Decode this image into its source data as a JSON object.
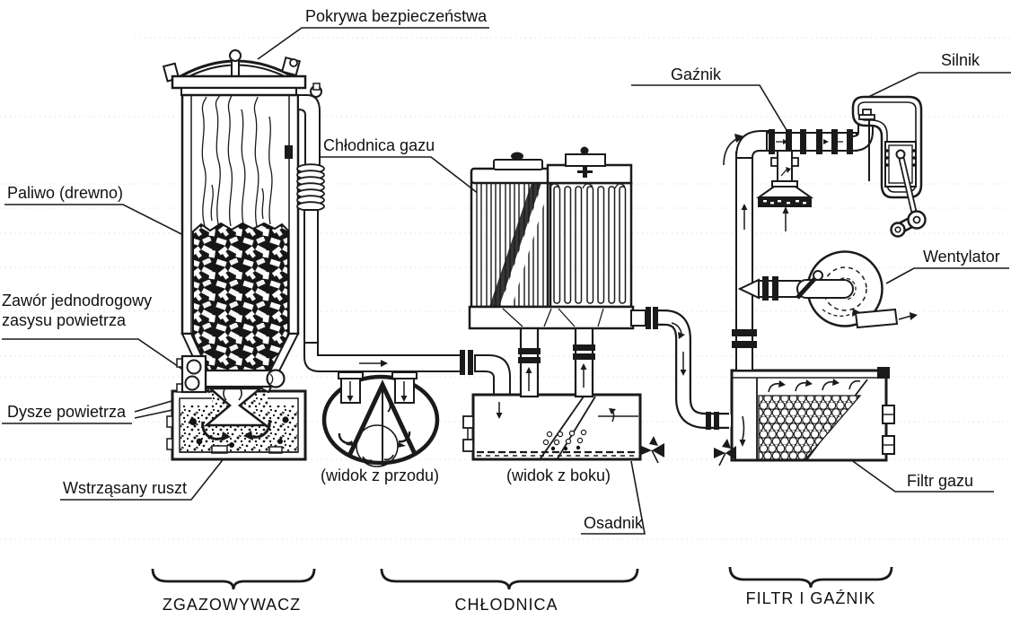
{
  "diagram": {
    "labels": {
      "safety_cover": "Pokrywa bezpieczeństwa",
      "gas_cooler": "Chłodnica gazu",
      "fuel": "Paliwo (drewno)",
      "air_valve_line1": "Zawór jednodrogowy",
      "air_valve_line2": "zasysu powietrza",
      "air_nozzles": "Dysze powietrza",
      "shaken_grate": "Wstrząsany ruszt",
      "front_view": "(widok z przodu)",
      "side_view": "(widok z boku)",
      "settler": "Osadnik",
      "carburetor": "Gaźnik",
      "engine": "Silnik",
      "fan": "Wentylator",
      "gas_filter": "Filtr gazu"
    },
    "sections": {
      "gasifier": "ZGAZOWYWACZ",
      "cooler": "CHŁODNICA",
      "filter_and_carburetor": "FILTR I GAŹNIK"
    },
    "colors": {
      "ink": "#1a1a1a",
      "paper": "#ffffff"
    }
  }
}
